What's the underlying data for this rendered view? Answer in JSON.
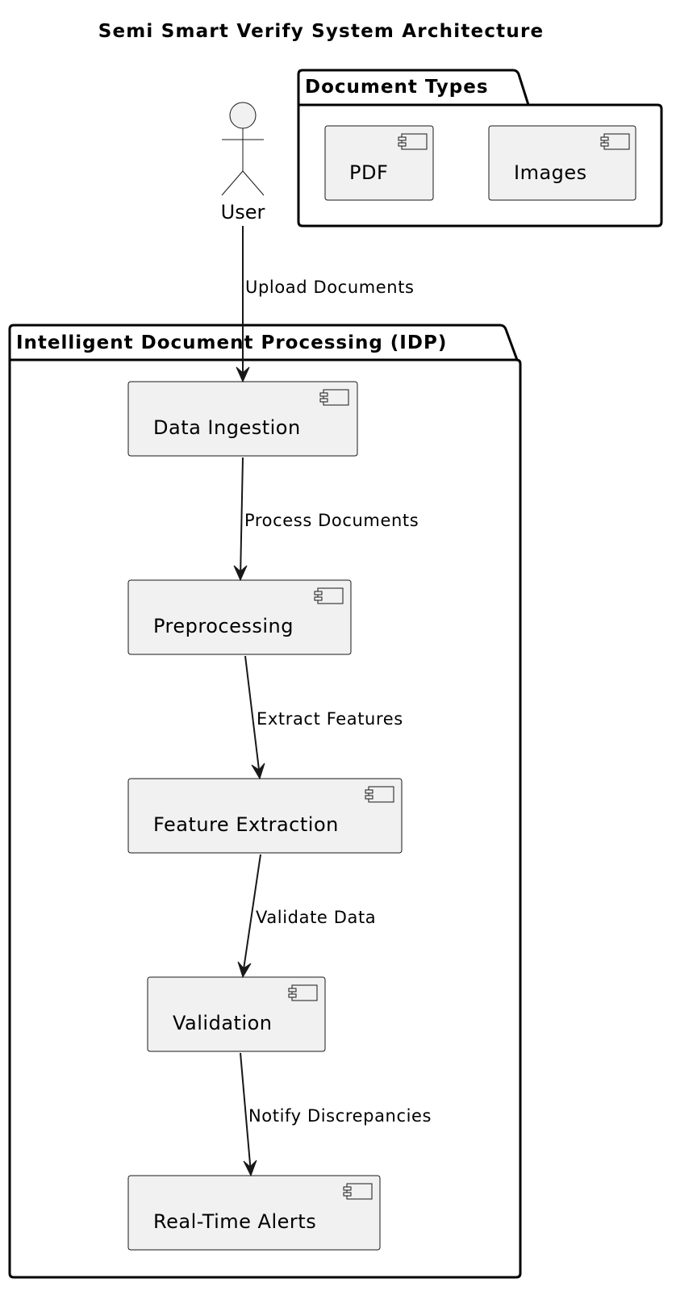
{
  "title": "Semi Smart Verify System Architecture",
  "actor": {
    "label": "User"
  },
  "packages": {
    "document_types": {
      "label": "Document Types",
      "components": [
        "PDF",
        "Images"
      ]
    },
    "idp": {
      "label": "Intelligent Document Processing (IDP)",
      "components": [
        "Data Ingestion",
        "Preprocessing",
        "Feature Extraction",
        "Validation",
        "Real-Time Alerts"
      ]
    }
  },
  "edges": [
    {
      "from": "User",
      "to": "Data Ingestion",
      "label": "Upload Documents"
    },
    {
      "from": "Data Ingestion",
      "to": "Preprocessing",
      "label": "Process Documents"
    },
    {
      "from": "Preprocessing",
      "to": "Feature Extraction",
      "label": "Extract Features"
    },
    {
      "from": "Feature Extraction",
      "to": "Validation",
      "label": "Validate Data"
    },
    {
      "from": "Validation",
      "to": "Real-Time Alerts",
      "label": "Notify Discrepancies"
    }
  ],
  "colors": {
    "component_fill": "#f1f1f1",
    "stroke": "#181818",
    "background": "#ffffff"
  }
}
